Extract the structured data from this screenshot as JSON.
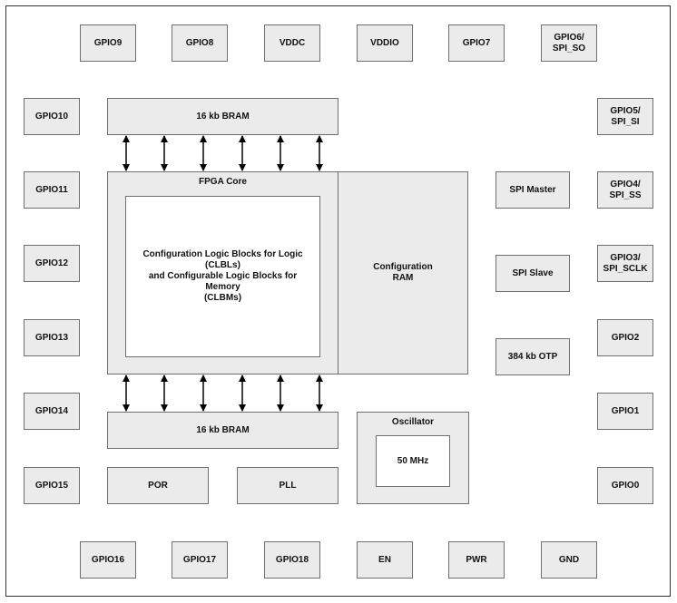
{
  "pins": {
    "top": [
      "GPIO9",
      "GPIO8",
      "VDDC",
      "VDDIO",
      "GPIO7",
      "GPIO6/\nSPI_SO"
    ],
    "left": [
      "GPIO10",
      "GPIO11",
      "GPIO12",
      "GPIO13",
      "GPIO14",
      "GPIO15"
    ],
    "right": [
      "GPIO5/\nSPI_SI",
      "GPIO4/\nSPI_SS",
      "GPIO3/\nSPI_SCLK",
      "GPIO2",
      "GPIO1",
      "GPIO0"
    ],
    "bottom": [
      "GPIO16",
      "GPIO17",
      "GPIO18",
      "EN",
      "PWR",
      "GND"
    ]
  },
  "blocks": {
    "bram_top": "16 kb BRAM",
    "bram_bottom": "16 kb BRAM",
    "fpga_core": "FPGA Core",
    "clb": "Configuration Logic Blocks for Logic (CLBLs)\nand Configurable Logic Blocks for Memory\n(CLBMs)",
    "config_ram": "Configuration\nRAM",
    "spi_master": "SPI Master",
    "spi_slave": "SPI Slave",
    "otp": "384 kb OTP",
    "oscillator": "Oscillator",
    "osc_freq": "50 MHz",
    "por": "POR",
    "pll": "PLL"
  }
}
